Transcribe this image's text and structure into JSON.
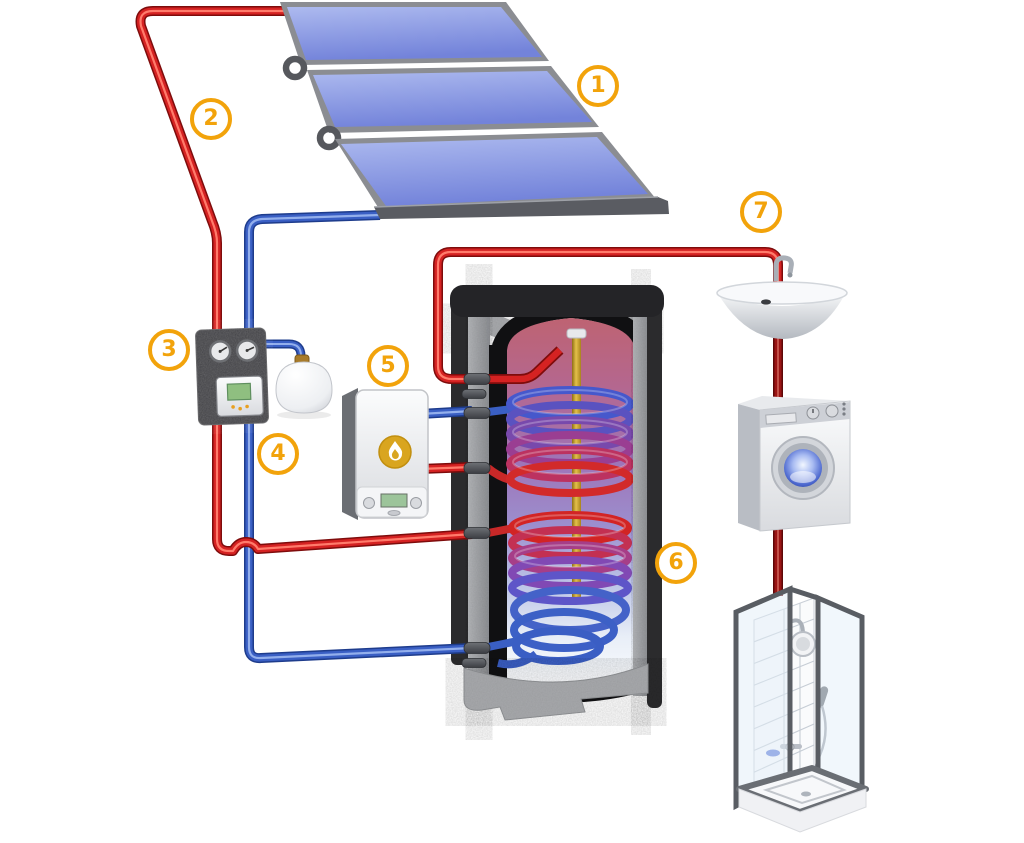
{
  "badges": [
    {
      "number": "1",
      "component": "solar-collector-array"
    },
    {
      "number": "2",
      "component": "solar-circuit-pipes"
    },
    {
      "number": "3",
      "component": "solar-pump-station"
    },
    {
      "number": "4",
      "component": "expansion-vessel"
    },
    {
      "number": "5",
      "component": "auxiliary-boiler"
    },
    {
      "number": "6",
      "component": "storage-tank"
    },
    {
      "number": "7",
      "component": "hot-water-outlets"
    }
  ],
  "colors": {
    "badge": "#F2A30B",
    "hot-pipe": "#D52222",
    "cold-pipe": "#3A5FC4",
    "domestic-hot-pipe": "#9A1414",
    "panel-blue": "#8395E0",
    "tank-shell": "#2B2B2D",
    "insulation-gray": "#A7A9AC",
    "flame-gold": "#D9A51F",
    "background": "#FFFFFF"
  }
}
